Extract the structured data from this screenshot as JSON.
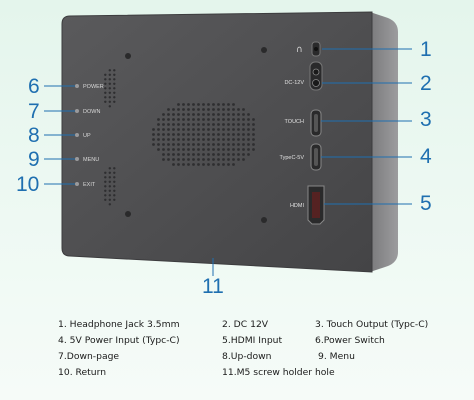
{
  "device": {
    "body_color": "#4f4f51",
    "edge_color": "#6a6a6c",
    "button_labels": [
      "POWER",
      "DOWN",
      "UP",
      "MENU",
      "EXIT"
    ],
    "port_labels": [
      "DC-12V",
      "TOUCH",
      "TypeC-5V",
      "HDMI"
    ]
  },
  "callouts": {
    "accent_color": "#1f6fb0",
    "left": [
      "6",
      "7",
      "8",
      "9",
      "10"
    ],
    "right": [
      "1",
      "2",
      "3",
      "4",
      "5"
    ],
    "bottom": "11"
  },
  "legend": {
    "row1": [
      "1. Headphone Jack 3.5mm",
      "2. DC 12V",
      "3. Touch Output (Typc-C)"
    ],
    "row2": [
      "4. 5V Power Input (Typc-C)",
      "5.HDMI Input",
      "6.Power Switch"
    ],
    "row3": [
      "7.Down-page",
      "8.Up-down",
      "9. Menu"
    ],
    "row4": [
      "10. Return",
      "11.M5 screw holder hole"
    ]
  }
}
